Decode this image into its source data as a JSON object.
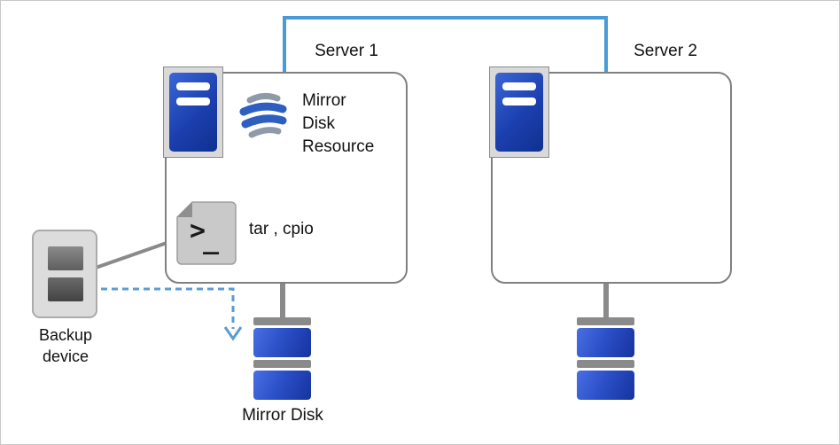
{
  "diagram": {
    "server1": {
      "label": "Server 1",
      "resource": {
        "line1": "Mirror",
        "line2": "Disk",
        "line3": "Resource"
      },
      "tools": "tar , cpio"
    },
    "server2": {
      "label": "Server 2"
    },
    "backup": {
      "line1": "Backup",
      "line2": "device"
    },
    "mirror_disk_label": "Mirror Disk",
    "icons": {
      "terminal_prompt": ">",
      "terminal_underscore": "_"
    },
    "colors": {
      "link_blue": "#4a9ad8",
      "dashed_blue": "#5b9bd5",
      "line_gray": "#808080",
      "disk_blue": "#2c50c8",
      "server_blue": "#1b3fae"
    }
  }
}
